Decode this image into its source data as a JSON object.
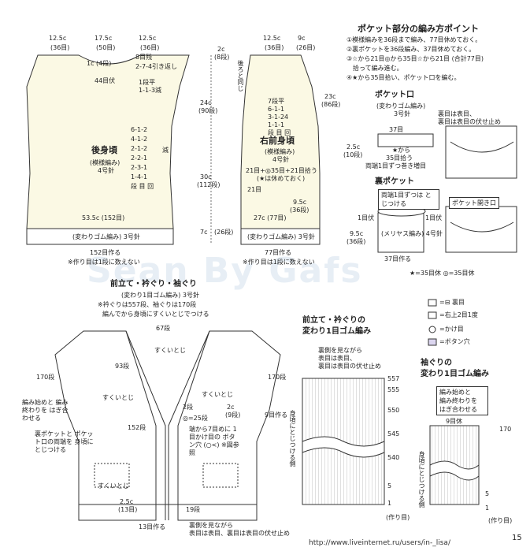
{
  "colors": {
    "panel_fill": "#fbf9e4",
    "line": "#333333",
    "watermark": "#9fb8d0"
  },
  "back": {
    "top_widths": [
      "12.5c",
      "17.5c",
      "12.5c"
    ],
    "top_rows": [
      "(36目)",
      "(50目)",
      "(36目)"
    ],
    "neck": [
      "1c (4段)",
      "8目残",
      "2-7-4引き返し"
    ],
    "shoulder": "44目伏",
    "shoulder_dec": [
      "1段平",
      "1-1-3減"
    ],
    "title": "後身頃",
    "pattern": "(模様編み)",
    "needle": "4号針",
    "decs": [
      "6-1-2",
      "4-1-2",
      "2-1-2",
      "2-2-1",
      "2-3-1",
      "1-4-1",
      "段 目 回"
    ],
    "dec_label": "減",
    "width": "53.5c (152目)",
    "rib": "(変わりゴム編み) 3号針",
    "bottom": "152目作る",
    "bottom_note": "※作り目は1段に数えない"
  },
  "side": {
    "top": "2c",
    "top_rows": "(8段)",
    "mid1": "24c",
    "mid1_rows": "(90段)",
    "mid2": "30c",
    "mid2_rows": "(112段)",
    "bottom": "7c",
    "bottom_rows": "(26段)"
  },
  "front": {
    "top_widths": [
      "12.5c",
      "9c"
    ],
    "top_rows": [
      "(36目)",
      "(26目)"
    ],
    "back_same": "後ろと同じ",
    "side": "23c",
    "side_rows": "(86段)",
    "neck_decs": [
      "7段平",
      "6-1-1",
      "3-1-24",
      "1-1-1",
      "段 目 回"
    ],
    "title": "右前身頃",
    "pattern": "(模様編み)",
    "needle": "4号針",
    "pocket_pick": "21目+◎35目+21目拾う",
    "pocket_sub": "(★は休めておく)",
    "pocket_side": "21目",
    "pocket_depth": "9.5c",
    "pocket_depth_rows": "(36段)",
    "width": "27c (77目)",
    "rib": "(変わりゴム編み) 3号針",
    "bottom": "77目作る",
    "bottom_note": "※作り目は1段に数えない"
  },
  "points": {
    "title": "ポケット部分の編み方ポイント",
    "items": [
      "①模様編みを36段まで編み、77目休めておく。",
      "②裏ポケットを36段編み、37目休めておく。",
      "③☆から21目◎から35目☆から21目 (合計77目)",
      "　拾って編み進む。",
      "④★から35目拾い、ポケット口を編む。"
    ]
  },
  "pocket_mouth": {
    "title": "ポケット口",
    "sub": "(変わりゴム編み)",
    "needle": "3号針",
    "cast": "37目",
    "note1": "裏目は表目、",
    "note2": "裏目は表目の伏せ止め",
    "depth": "2.5c",
    "depth_rows": "(10段)",
    "pick1": "★から",
    "pick2": "35目拾う",
    "edge": "両端1目ずつ巻き増目"
  },
  "back_pocket": {
    "title": "裏ポケット",
    "note": "両端1目ずつは とじつける",
    "rest": "1目伏",
    "inner": "(メリヤス編み) 4号針",
    "depth": "9.5c",
    "depth_rows": "(36段)",
    "bottom": "37目作る",
    "rest2": "1目伏",
    "opening": "ポケット開き口",
    "legend": "★=35目休  ◎=35目休"
  },
  "band": {
    "title": "前立て・衿ぐり・袖ぐり",
    "sub": "(変わり1目ゴム編み) 3号針",
    "note1": "※衿ぐりは557段、袖ぐりは170段",
    "note2": "編んでから身頃にすくいとじでつける",
    "top": "67段",
    "join": "すくいとじ",
    "r93": "93段",
    "r170l": "170段",
    "r170r": "170段",
    "join2": "すくいとじ",
    "join3": "すくいとじ",
    "join4": "すくいとじ",
    "start_end": "編み始めと 編み終わりを はぎ合わせる",
    "r2": "2段",
    "r2c": "2c",
    "r9": "(9段)",
    "r9b": "9目作る",
    "r25": "◎=25段",
    "r152": "152段",
    "holes": "端から7目めに 1目かけ目の ボタン穴 (○<) ※図参照",
    "pocket": "裏ポケットと ポケット口の両端を 身頃にとじつける",
    "join5": "すくいとじ",
    "r25c": "2.5c",
    "r13": "(13目)",
    "r19": "19段",
    "r13s": "13目作る",
    "back1": "裏側を見ながら",
    "back2": "表目は表目、裏目は表目の伏せ止め"
  },
  "legend": {
    "items": [
      "=⊟ 裏目",
      "=右上2目1度",
      "=かけ目",
      "=ボタン穴"
    ]
  },
  "rib_chart": {
    "title1": "前立て・衿ぐりの",
    "title2": "変わり1目ゴム編み",
    "note1": "裏側を見ながら",
    "note2": "表目は表目、",
    "note3": "裏目は表目の伏せ止め",
    "rows": [
      "557",
      "555",
      "550",
      "545",
      "540",
      "5",
      "1"
    ],
    "side_note": "身頃にとじつける側",
    "start": "(作り目)"
  },
  "sleeve_chart": {
    "title1": "袖ぐりの",
    "title2": "変わり1目ゴム編み",
    "note1": "編み始めと",
    "note2": "編み終わりを",
    "note3": "はぎ合わせる",
    "top": "9目休",
    "top_r": "170",
    "rows": [
      "5",
      "1"
    ],
    "side_note": "身頃にとじつける側",
    "start": "(作り目)"
  },
  "watermark": "Sean By Gafs",
  "footer": "http://www.liveinternet.ru/users/in-_lisa/",
  "page": "15"
}
